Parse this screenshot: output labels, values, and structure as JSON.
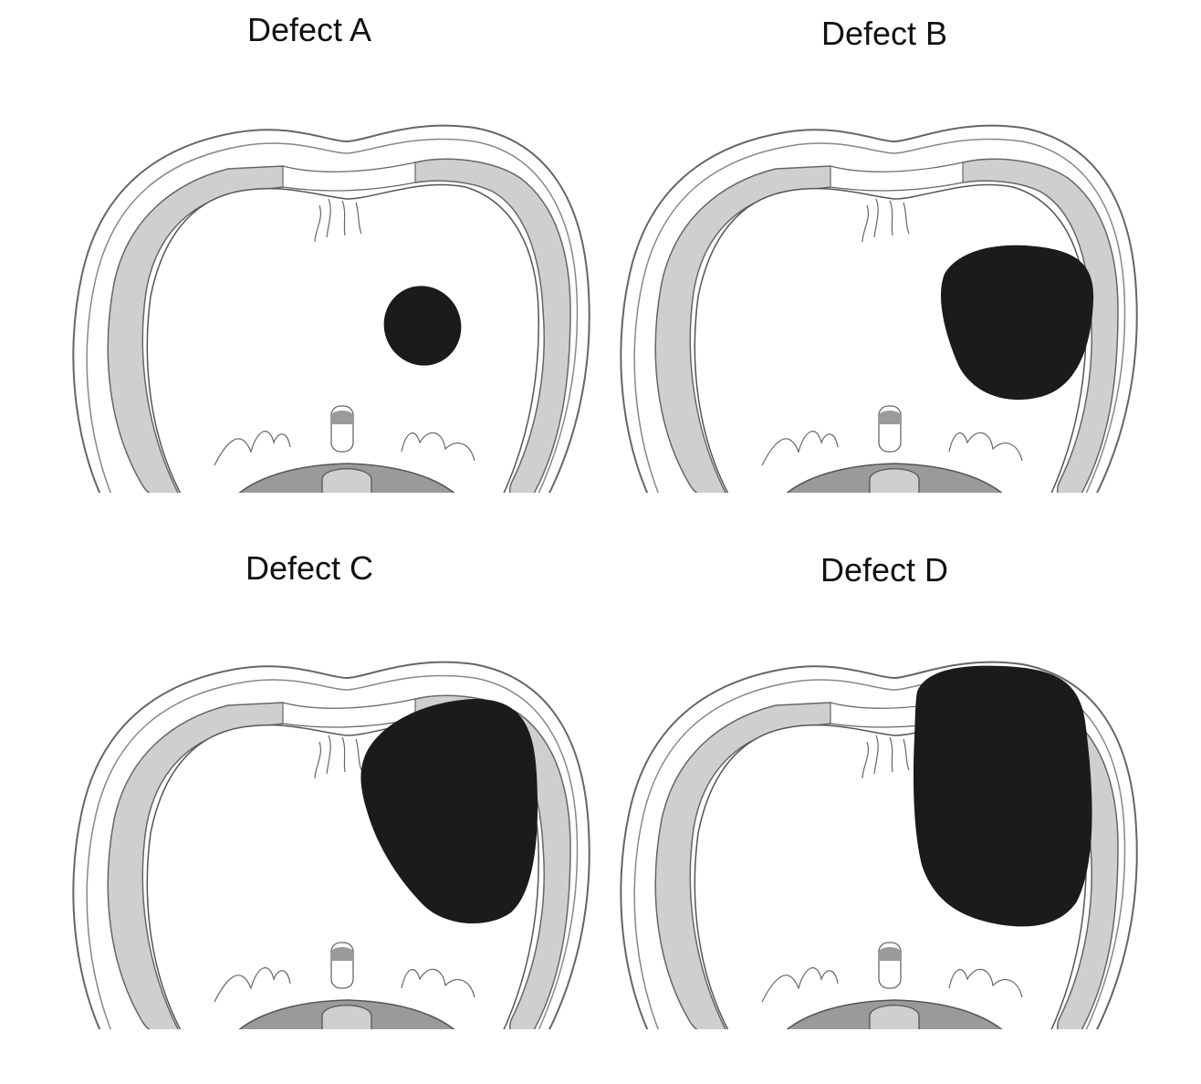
{
  "panels": [
    {
      "title": "Defect A"
    },
    {
      "title": "Defect B"
    },
    {
      "title": "Defect C"
    },
    {
      "title": "Defect D"
    }
  ],
  "colors": {
    "background": "#ffffff",
    "outline": "#555555",
    "muscle_light": "#cfcfcf",
    "muscle_dark": "#9a9a9a",
    "defect": "#1b1b1b",
    "text": "#111111"
  }
}
